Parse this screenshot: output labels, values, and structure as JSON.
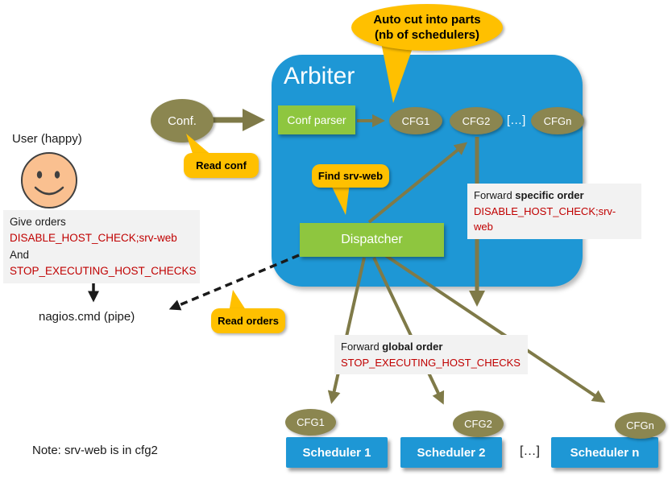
{
  "colors": {
    "blue": "#1e97d5",
    "green": "#8ec63f",
    "olive": "#8b8650",
    "orange": "#ffc000",
    "command_red": "#c00000",
    "note_gray": "#f2f2f2"
  },
  "arbiter": {
    "title": "Arbiter",
    "conf_parser": "Conf parser",
    "dispatcher": "Dispatcher",
    "cfgs": [
      "CFG1",
      "CFG2",
      "CFGn"
    ],
    "ellipsis": "[…]"
  },
  "inputs": {
    "conf": "Conf."
  },
  "callouts": {
    "auto_cut_line1": "Auto cut into parts",
    "auto_cut_line2": "(nb of schedulers)",
    "read_conf": "Read conf",
    "find_srv_web": "Find srv-web",
    "read_orders": "Read orders"
  },
  "user": {
    "label": "User (happy)",
    "orders": {
      "line1": "Give orders",
      "command1": "DISABLE_HOST_CHECK;srv-web",
      "line2": "And",
      "command2": "STOP_EXECUTING_HOST_CHECKS"
    },
    "pipe": "nagios.cmd (pipe)"
  },
  "forward_specific": {
    "prefix": "Forward ",
    "emphasis": "specific order",
    "command": "DISABLE_HOST_CHECK;srv-web"
  },
  "forward_global": {
    "prefix": "Forward ",
    "emphasis": "global order",
    "command": "STOP_EXECUTING_HOST_CHECKS"
  },
  "schedulers": {
    "items": [
      {
        "cfg": "CFG1",
        "label": "Scheduler 1"
      },
      {
        "cfg": "CFG2",
        "label": "Scheduler 2"
      },
      {
        "cfg": "CFGn",
        "label": "Scheduler n"
      }
    ],
    "ellipsis": "[…]"
  },
  "note": "Note: srv-web is in cfg2"
}
